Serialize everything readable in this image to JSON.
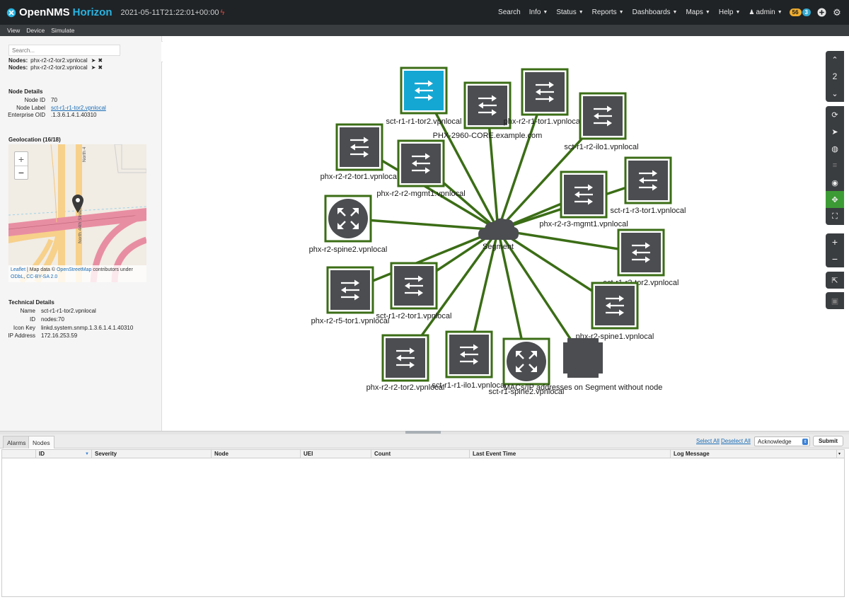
{
  "app": {
    "logo_word": "OpenNMS",
    "logo_sub": "Horizon",
    "timestamp": "2021-05-11T21:22:01+00:00",
    "status_icon": "bolt-icon"
  },
  "topnav": {
    "search": "Search",
    "info": "Info",
    "status": "Status",
    "reports": "Reports",
    "dashboards": "Dashboards",
    "maps": "Maps",
    "help": "Help",
    "user": "admin",
    "alarm_badge": "56",
    "notice_badge": "3"
  },
  "menubar": {
    "view": "View",
    "device": "Device",
    "simulate": "Simulate"
  },
  "sidebar": {
    "search_placeholder": "Search...",
    "focus": [
      {
        "label": "Nodes:",
        "value": "phx-r2-r2-tor2.vpnlocal"
      },
      {
        "label": "Nodes:",
        "value": "phx-r2-r2-tor2.vpnlocal"
      }
    ],
    "node_details": {
      "title": "Node Details",
      "node_id_label": "Node ID",
      "node_id": "70",
      "node_label_label": "Node Label",
      "node_label": "sct-r1-r1-tor2.vpnlocal",
      "oid_label": "Enterprise OID",
      "oid": ".1.3.6.1.4.1.40310"
    },
    "geolocation": {
      "title": "Geolocation (16/18)",
      "zoom_in": "+",
      "zoom_out": "−",
      "street_1": "North 44th Street",
      "street_2": "North 4",
      "attr_leaflet": "Leaflet",
      "attr_mid": " | Map data © ",
      "attr_osm": "OpenStreetMap",
      "attr_tail": " contributors under ",
      "attr_odbl": "ODbL",
      "attr_cc": "CC-BY-SA 2.0"
    },
    "technical": {
      "title": "Technical Details",
      "name_label": "Name",
      "name": "sct-r1-r1-tor2.vpnlocal",
      "id_label": "ID",
      "id": "nodes:70",
      "icon_label": "Icon Key",
      "icon_key": "linkd.system.snmp.1.3.6.1.4.1.40310",
      "ip_label": "IP Address",
      "ip": "172.16.253.59"
    }
  },
  "topology": {
    "hub_label": "Segment",
    "nodes": [
      {
        "label": "sct-r1-r1-tor2.vpnlocal",
        "kind": "switch",
        "selected": true
      },
      {
        "label": "PHX-2960-CORE.example.com",
        "kind": "switch",
        "selected": false
      },
      {
        "label": "phx-r2-r1-tor1.vpnlocal",
        "kind": "switch",
        "selected": false
      },
      {
        "label": "sct-r1-r2-ilo1.vpnlocal",
        "kind": "switch",
        "selected": false
      },
      {
        "label": "phx-r2-r2-tor1.vpnlocal",
        "kind": "switch",
        "selected": false
      },
      {
        "label": "phx-r2-r2-mgmt1.vpnlocal",
        "kind": "switch",
        "selected": false
      },
      {
        "label": "sct-r1-r3-tor1.vpnlocal",
        "kind": "switch",
        "selected": false
      },
      {
        "label": "phx-r2-r3-mgmt1.vpnlocal",
        "kind": "switch",
        "selected": false
      },
      {
        "label": "phx-r2-spine2.vpnlocal",
        "kind": "router",
        "selected": false
      },
      {
        "label": "sct-r1-r2-tor2.vpnlocal",
        "kind": "switch",
        "selected": false
      },
      {
        "label": "phx-r2-r5-tor1.vpnlocal",
        "kind": "switch",
        "selected": false
      },
      {
        "label": "sct-r1-r2-tor1.vpnlocal",
        "kind": "switch",
        "selected": false
      },
      {
        "label": "phx-r2-spine1.vpnlocal",
        "kind": "switch",
        "selected": false
      },
      {
        "label": "phx-r2-r2-tor2.vpnlocal",
        "kind": "switch",
        "selected": false
      },
      {
        "label": "sct-r1-r1-ilo1.vpnlocal",
        "kind": "switch",
        "selected": false
      },
      {
        "label": "sct-r1-spine2.vpnlocal",
        "kind": "router",
        "selected": false
      },
      {
        "label": "MACs/IP addresses on Segment without node",
        "kind": "unknown",
        "selected": false
      }
    ]
  },
  "toolbar": {
    "semantic_zoom": "2"
  },
  "colors": {
    "link": "#3b6d16",
    "node_bg": "#4b4d50",
    "selected_bg": "#14a7d3",
    "accent": "#3d9b35"
  },
  "bottom": {
    "tabs": [
      "Alarms",
      "Nodes"
    ],
    "select_all": "Select All",
    "deselect_all": "Deselect All",
    "action": "Acknowledge",
    "submit": "Submit",
    "columns": [
      "ID",
      "Severity",
      "Node",
      "UEI",
      "Count",
      "Last Event Time",
      "Log Message"
    ]
  }
}
